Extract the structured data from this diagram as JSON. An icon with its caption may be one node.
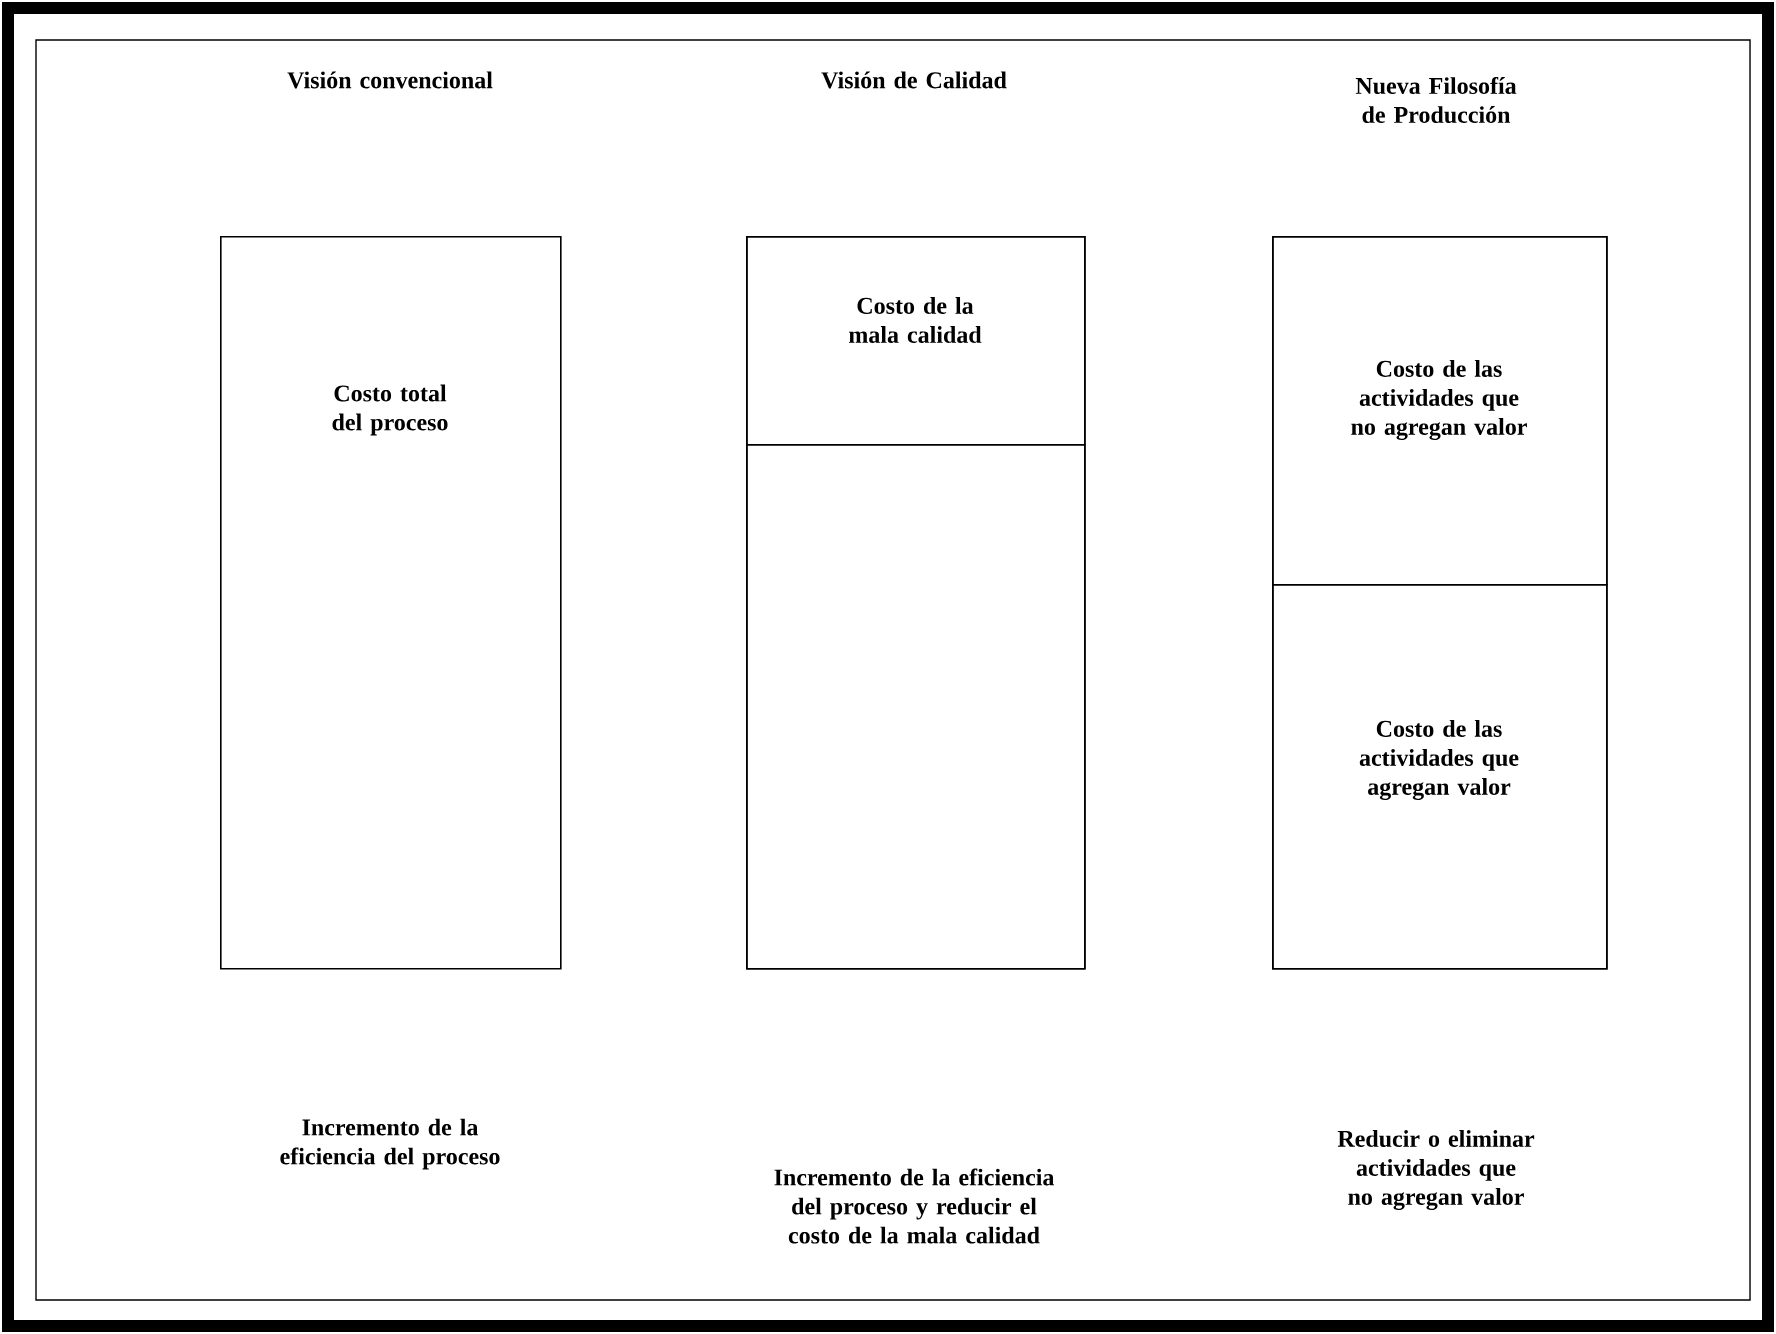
{
  "diagram": {
    "nodes": [
      {
        "text": [
          "Costo total del proceso"
        ]
      },
      {
        "text": [],
        "shape": "box"
      },
      {
        "text": [
          "Costo de la mala calidad"
        ],
        "in": 1
      },
      {
        "text": [],
        "shape": "box",
        "in": 1
      },
      {
        "text": [],
        "shape": "box"
      },
      {
        "text": [
          "Costo de las actividades que no agregan valor"
        ],
        "in": 4
      },
      {
        "text": [
          "Costo de las actividades que agregan valor"
        ],
        "in": 4
      }
    ],
    "labels": [
      "Visión convencional",
      "Visión de Calidad",
      "Nueva Filosofía de Producción",
      "Incremento de la eficiencia del proceso",
      "Incremento de la eficiencia del proceso y reducir el costo de la mala calidad",
      "Reducir o eliminar actividades que no agregan valor"
    ]
  }
}
